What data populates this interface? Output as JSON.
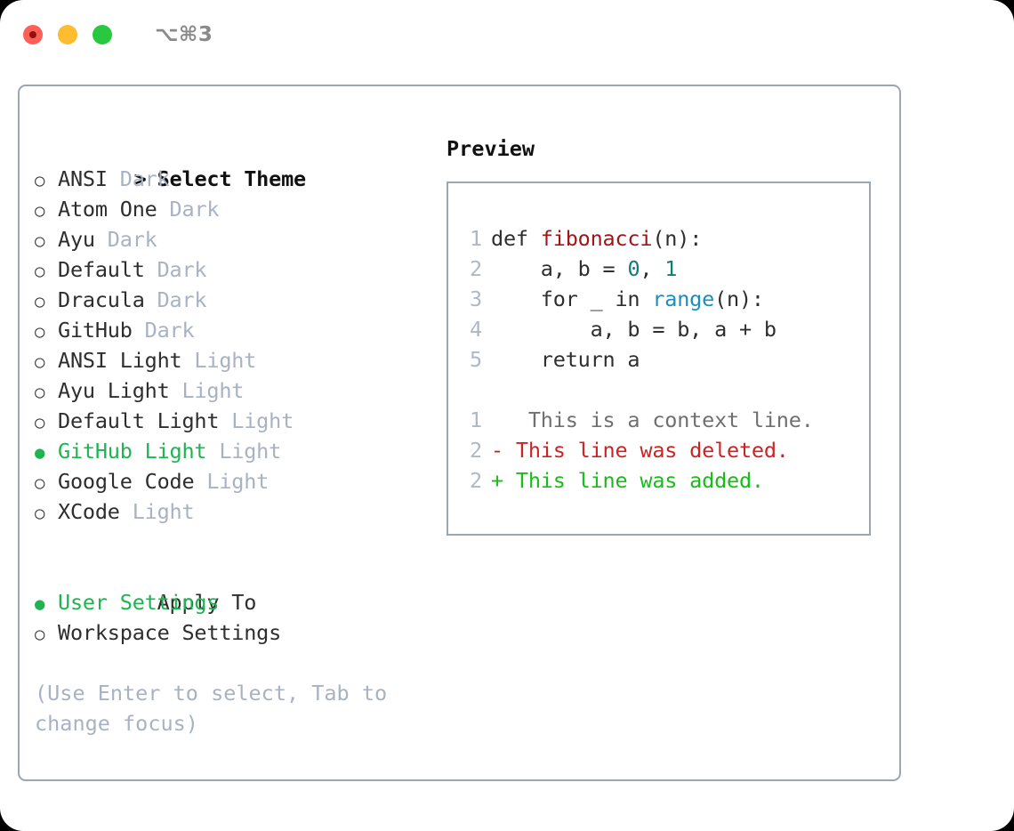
{
  "window": {
    "title": "⌥⌘3",
    "traffic_lights": [
      "close-red",
      "minimize-yellow",
      "zoom-green"
    ]
  },
  "colors": {
    "accent_green": "#1eb450",
    "panel_border": "#9aa5b5",
    "muted_tag": "#a8b2c2",
    "syntax_function": "#a31515",
    "syntax_number": "#0f7d78",
    "syntax_call": "#1a8fbd",
    "diff_context": "#707070",
    "diff_deleted": "#cc2424",
    "diff_added": "#18bd18"
  },
  "theme_picker": {
    "header_marker": ">",
    "header_label": "Select Theme",
    "selected_index": 9,
    "items": [
      {
        "marker": "○",
        "label": "ANSI",
        "tag": "Dark",
        "selected": false
      },
      {
        "marker": "○",
        "label": "Atom One",
        "tag": "Dark",
        "selected": false
      },
      {
        "marker": "○",
        "label": "Ayu",
        "tag": "Dark",
        "selected": false
      },
      {
        "marker": "○",
        "label": "Default",
        "tag": "Dark",
        "selected": false
      },
      {
        "marker": "○",
        "label": "Dracula",
        "tag": "Dark",
        "selected": false
      },
      {
        "marker": "○",
        "label": "GitHub",
        "tag": "Dark",
        "selected": false
      },
      {
        "marker": "○",
        "label": "ANSI Light",
        "tag": "Light",
        "selected": false
      },
      {
        "marker": "○",
        "label": "Ayu Light",
        "tag": "Light",
        "selected": false
      },
      {
        "marker": "○",
        "label": "Default Light",
        "tag": "Light",
        "selected": false
      },
      {
        "marker": "●",
        "label": "GitHub Light",
        "tag": "Light",
        "selected": true
      },
      {
        "marker": "○",
        "label": "Google Code",
        "tag": "Light",
        "selected": false
      },
      {
        "marker": "○",
        "label": "XCode",
        "tag": "Light",
        "selected": false
      }
    ]
  },
  "apply_to": {
    "header_label": "Apply To",
    "items": [
      {
        "marker": "●",
        "label": "User Settings",
        "selected": true
      },
      {
        "marker": "○",
        "label": "Workspace Settings",
        "selected": false
      }
    ]
  },
  "help_text": "(Use Enter to select, Tab to change focus)",
  "preview": {
    "title": "Preview",
    "code_lines": [
      {
        "lno": "1",
        "parts": [
          {
            "t": "def ",
            "c": "plain"
          },
          {
            "t": "fibonacci",
            "c": "fn"
          },
          {
            "t": "(n):",
            "c": "plain"
          }
        ]
      },
      {
        "lno": "2",
        "parts": [
          {
            "t": "    a, b = ",
            "c": "plain"
          },
          {
            "t": "0",
            "c": "num"
          },
          {
            "t": ", ",
            "c": "plain"
          },
          {
            "t": "1",
            "c": "num"
          }
        ]
      },
      {
        "lno": "3",
        "parts": [
          {
            "t": "    for _ in ",
            "c": "plain"
          },
          {
            "t": "range",
            "c": "call"
          },
          {
            "t": "(n):",
            "c": "plain"
          }
        ]
      },
      {
        "lno": "4",
        "parts": [
          {
            "t": "        a, b = b, a + b",
            "c": "plain"
          }
        ]
      },
      {
        "lno": "5",
        "parts": [
          {
            "t": "    return a",
            "c": "plain"
          }
        ]
      }
    ],
    "diff_lines": [
      {
        "lno": "1",
        "sign": " ",
        "text": "  This is a context line.",
        "kind": "ctx"
      },
      {
        "lno": "2",
        "sign": "-",
        "text": " This line was deleted.",
        "kind": "del"
      },
      {
        "lno": "2",
        "sign": "+",
        "text": " This line was added.",
        "kind": "add"
      }
    ]
  }
}
